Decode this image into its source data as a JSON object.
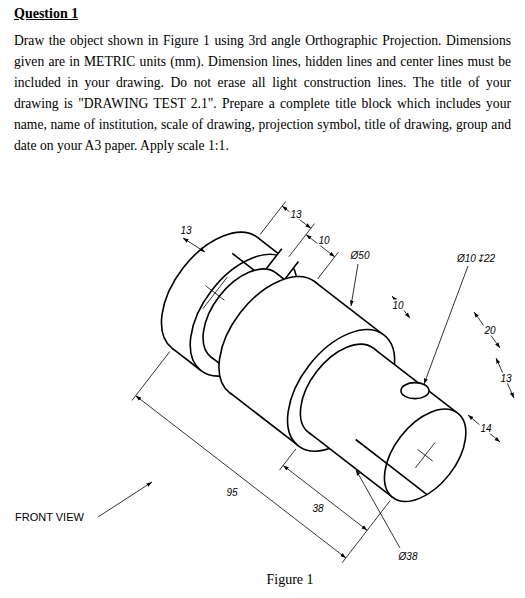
{
  "diagram": {
    "title": "Question 1",
    "caption": "Figure 1",
    "labels": [
      "Draw the object shown in Figure 1 using 3rd angle Orthographic Projection. Dimensions given are in METRIC units (mm). Dimension lines, hidden lines and center lines must be included in your drawing. Do not erase all light construction lines. The title of your drawing is \"DRAWING TEST 2.1\". Prepare a complete title block which includes your name, name of institution, scale of drawing, projection symbol, title of drawing, group and date on your A3 paper. Apply scale 1:1.",
      "13",
      "13",
      "10",
      "Ø50",
      "Ø10↧22",
      "10",
      "20",
      "13",
      "14",
      "95",
      "38",
      "Ø38",
      "FRONT VIEW"
    ]
  }
}
